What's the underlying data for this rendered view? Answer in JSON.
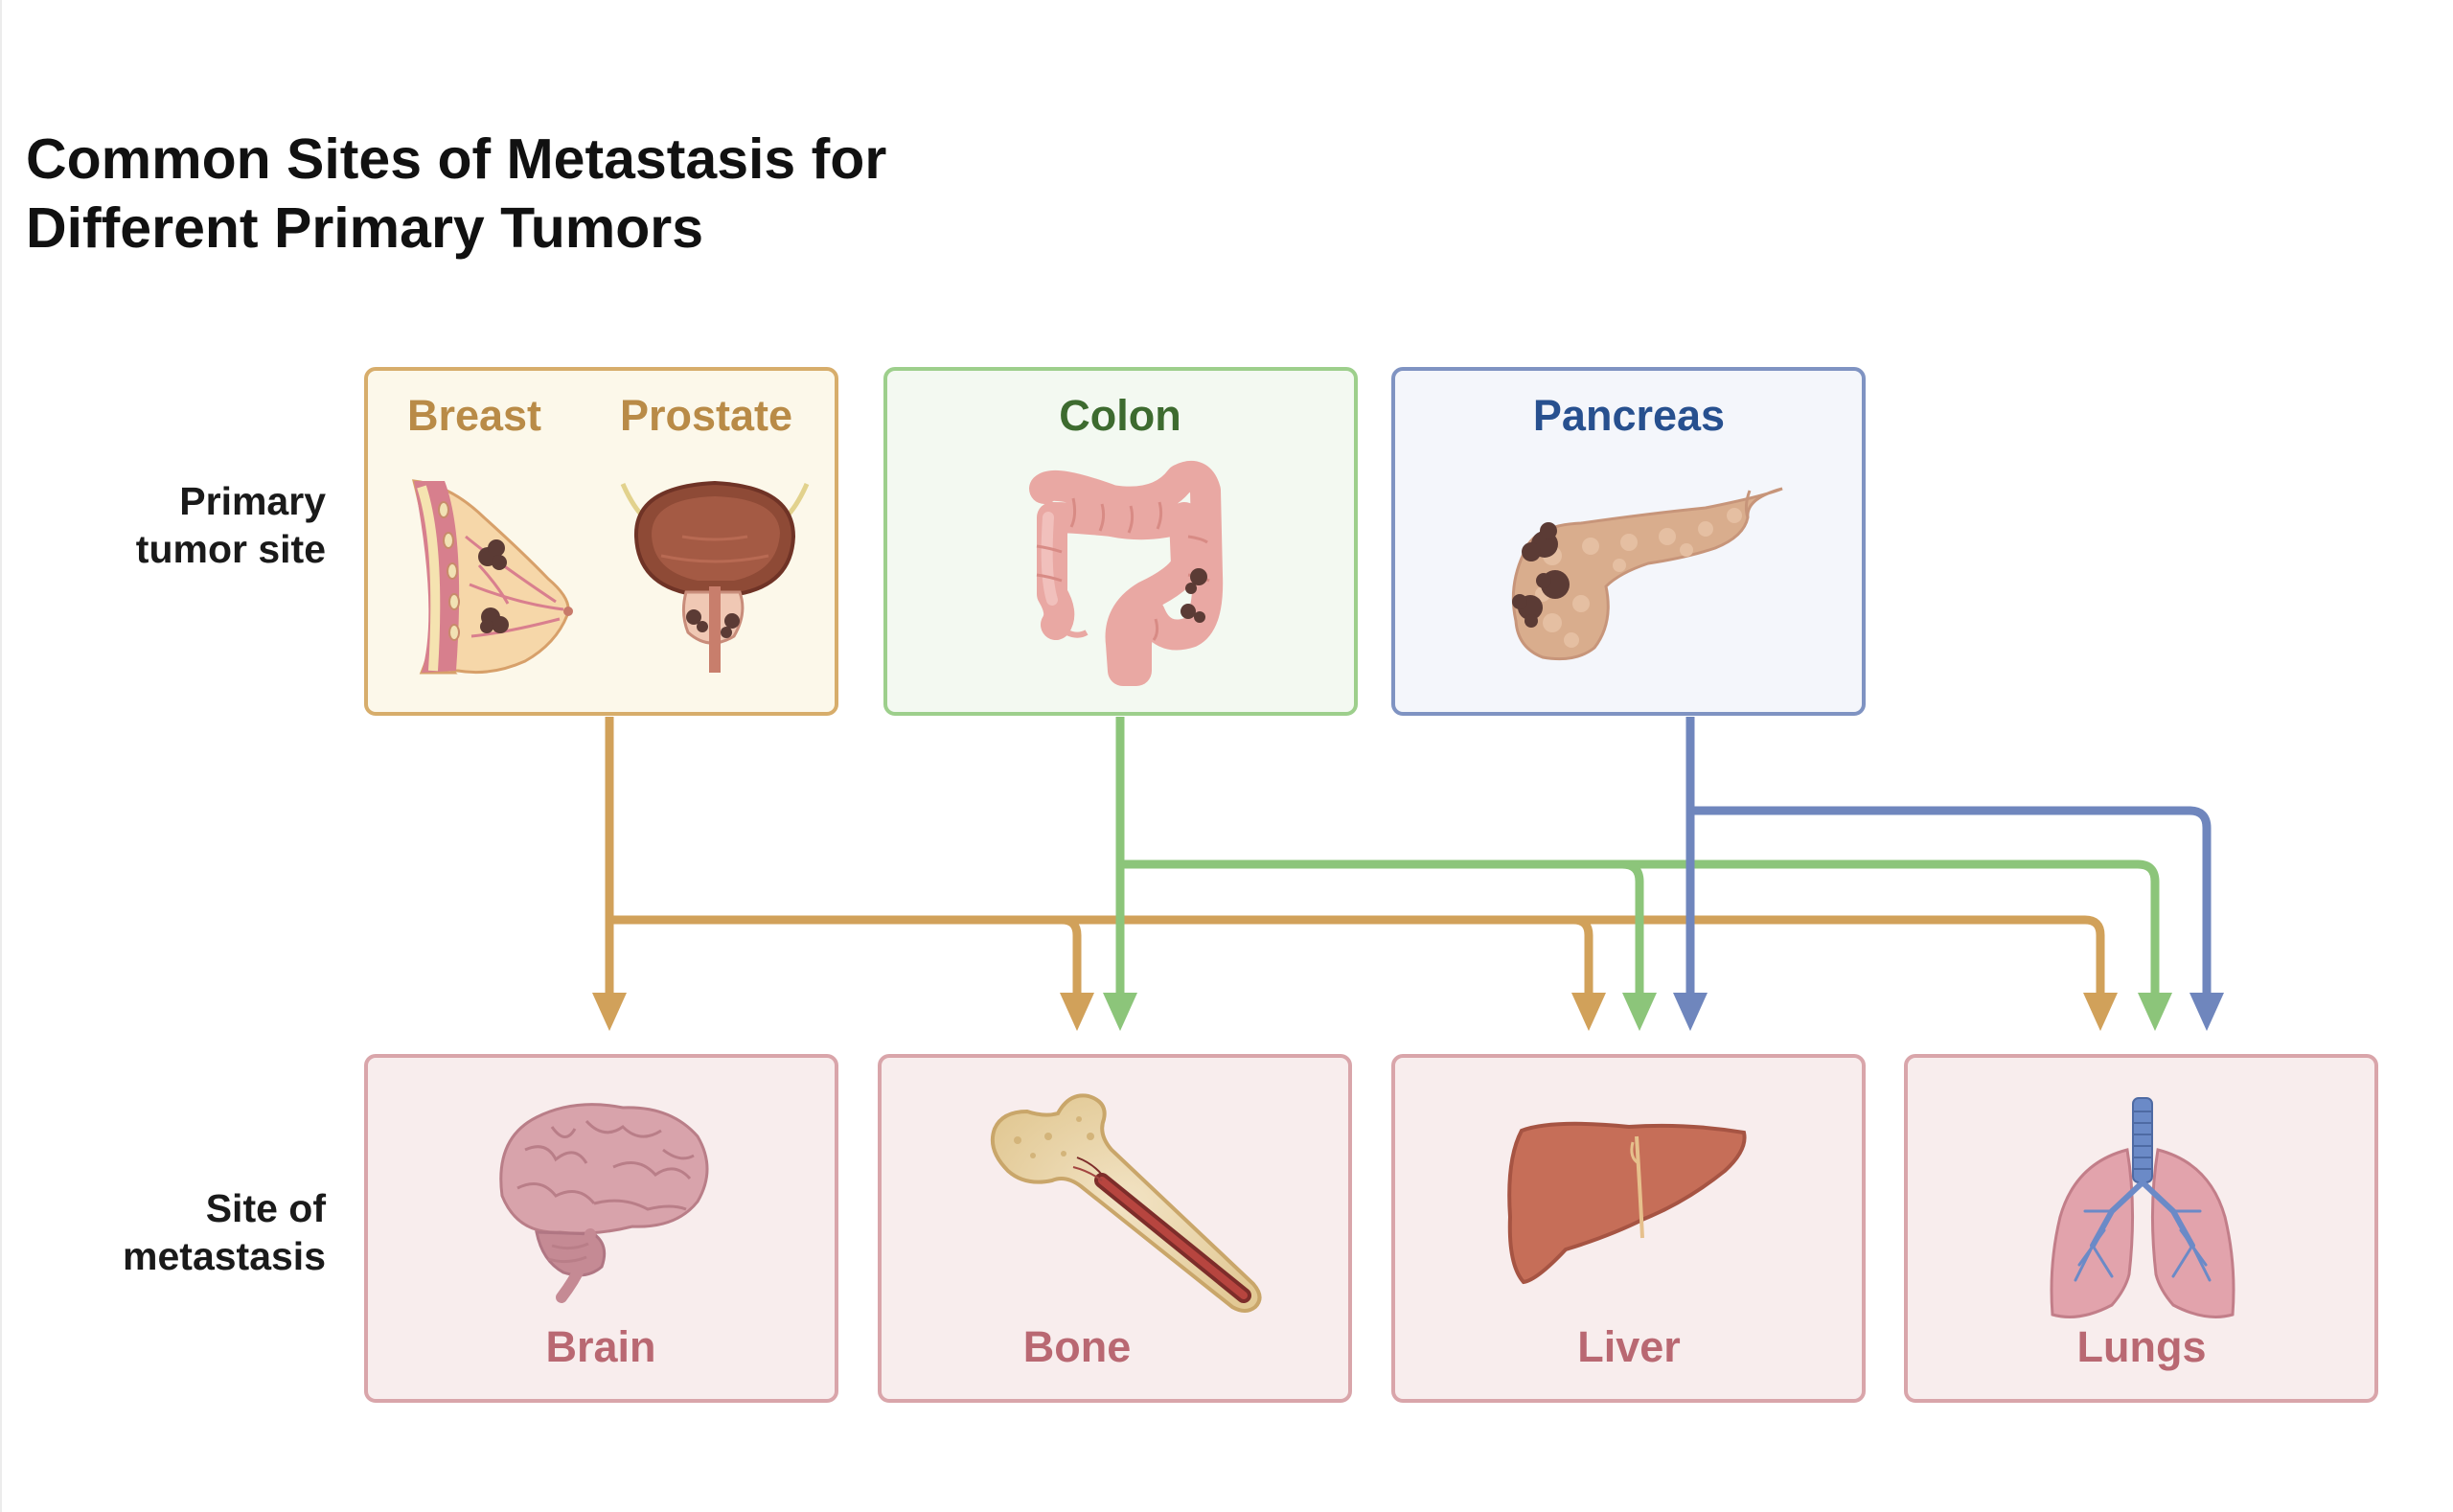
{
  "title_lines": [
    "Common Sites of Metastasis for",
    "Different Primary Tumors"
  ],
  "row_labels": {
    "primary": [
      "Primary",
      "tumor site"
    ],
    "metastasis": [
      "Site of",
      "metastasis"
    ]
  },
  "primary_sites": {
    "breast": "Breast",
    "prostate": "Prostate",
    "colon": "Colon",
    "pancreas": "Pancreas"
  },
  "metastasis_sites": {
    "brain": "Brain",
    "bone": "Bone",
    "liver": "Liver",
    "lungs": "Lungs"
  },
  "connections": [
    {
      "from": "Breast/Prostate",
      "to": [
        "Brain",
        "Bone",
        "Liver",
        "Lungs"
      ]
    },
    {
      "from": "Colon",
      "to": [
        "Bone",
        "Liver",
        "Lungs"
      ]
    },
    {
      "from": "Pancreas",
      "to": [
        "Liver",
        "Lungs"
      ]
    }
  ],
  "colors": {
    "breast_prostate": "#d1a15a",
    "colon": "#8cc57a",
    "pancreas": "#6f86bd",
    "metastasis_border": "#d9a5aa",
    "metastasis_text": "#b96872"
  }
}
